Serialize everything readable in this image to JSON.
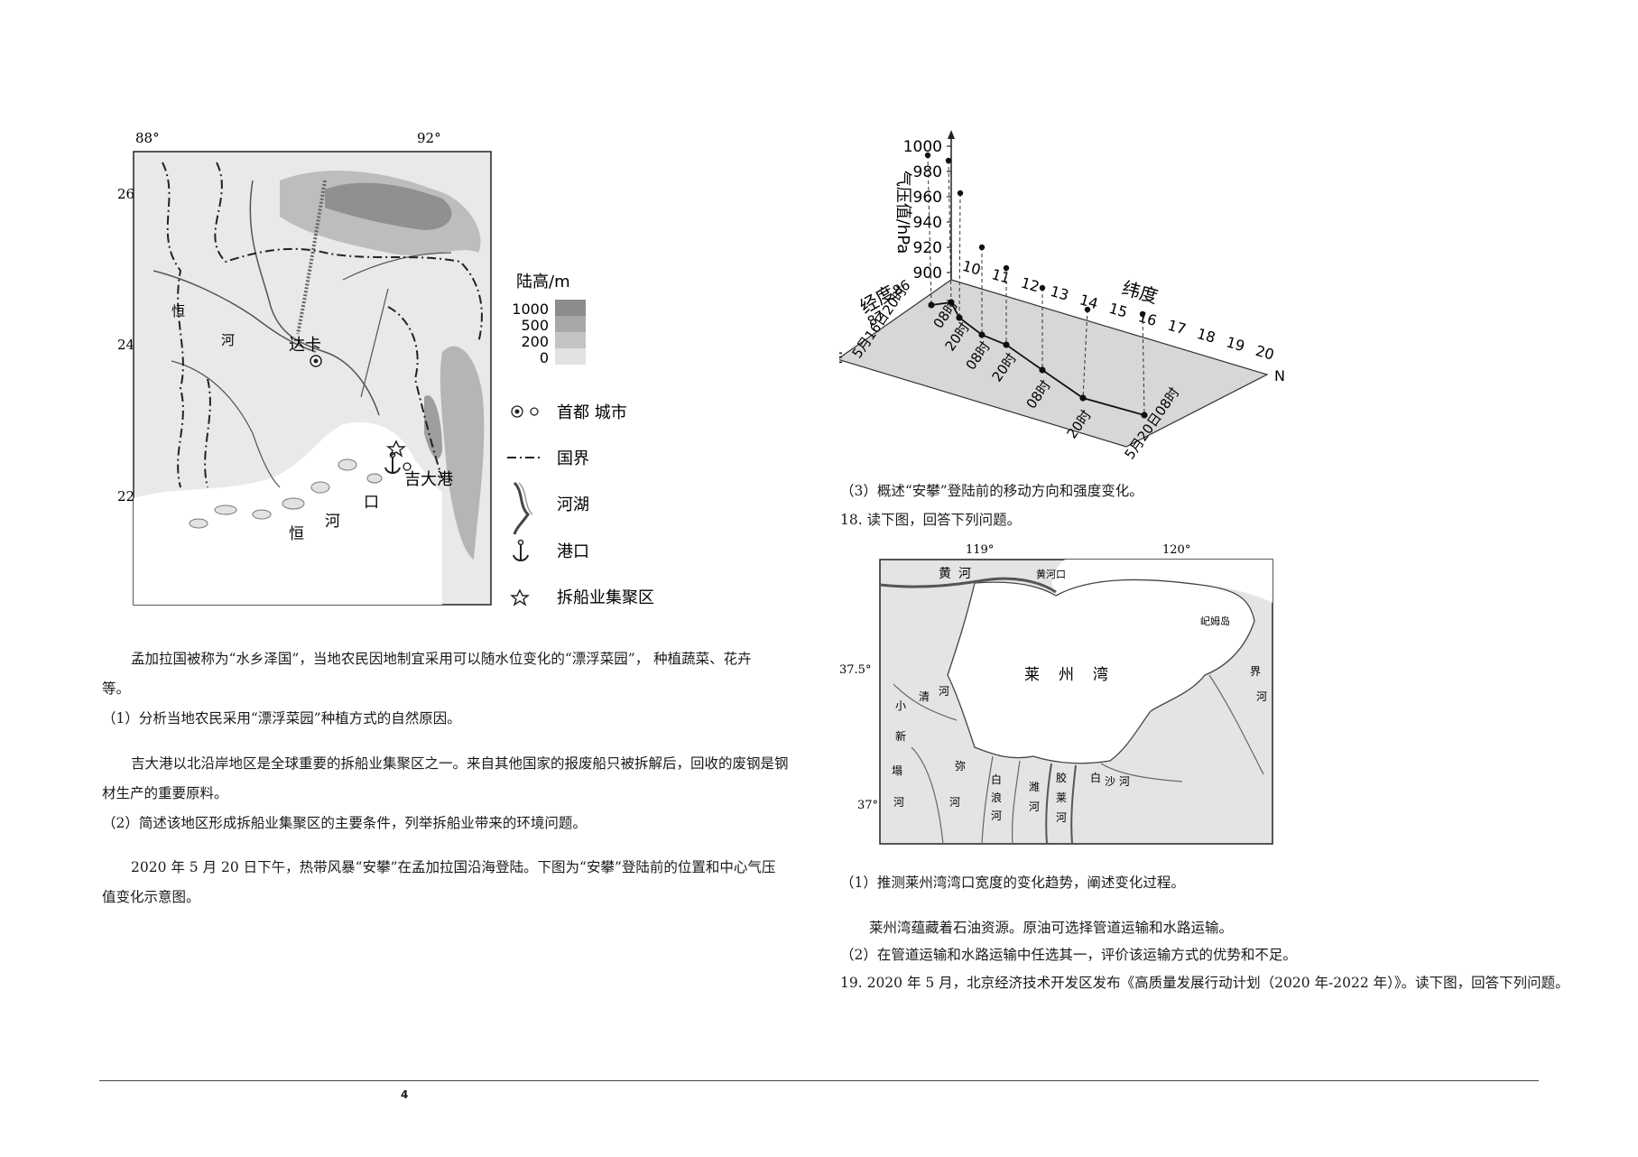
{
  "bangladesh_map": {
    "lon_labels": [
      "88°",
      "92°"
    ],
    "lat_labels": [
      "26°",
      "24°",
      "22°"
    ],
    "place_labels": {
      "dhaka": "达卡",
      "chittagong": "吉大港",
      "ganges_1": "恒",
      "ganges_2": "河",
      "estuary_1": "恒",
      "estuary_2": "河",
      "estuary_3": "口"
    },
    "legend": {
      "elev_title": "陆高/m",
      "elev_values": [
        "1000",
        "500",
        "200",
        "0"
      ],
      "elev_colors": [
        "#8c8c8c",
        "#a8a8a8",
        "#c4c4c4",
        "#e2e2e2"
      ],
      "capital_city": "首都 城市",
      "border": "国界",
      "river_lake": "河湖",
      "port": "港口",
      "shipbreaking": "拆船业集聚区"
    }
  },
  "left_text": {
    "p1_line1": "孟加拉国被称为“水乡泽国”，当地农民因地制宜采用可以随水位变化的“漂浮菜园”， 种植蔬菜、花卉",
    "p1_line2": "等。",
    "q1": "（1）分析当地农民采用“漂浮菜园”种植方式的自然原因。",
    "p2_line1": "吉大港以北沿岸地区是全球重要的拆船业集聚区之一。来自其他国家的报废船只被拆解后，回收的废钢是钢",
    "p2_line2": "材生产的重要原料。",
    "q2": "（2）简述该地区形成拆船业集聚区的主要条件，列举拆船业带来的环境问题。",
    "p3_line1": "2020 年 5 月 20 日下午，热带风暴“安攀”在孟加拉国沿海登陆。下图为“安攀”登陆前的位置和中心气压",
    "p3_line2": "值变化示意图。"
  },
  "chart_data": {
    "type": "line",
    "title": "",
    "ylabel": "气压值/hPa",
    "ylim": [
      900,
      1000
    ],
    "yticks": [
      "1000",
      "980",
      "960",
      "940",
      "920",
      "900"
    ],
    "lat_axis_label": "纬度",
    "lat_ticks": [
      "10",
      "11",
      "12",
      "13",
      "14",
      "15",
      "16",
      "17",
      "18",
      "19",
      "20"
    ],
    "lon_axis_label": "经度",
    "lon_ticks": [
      "86",
      "87"
    ],
    "axis_letters": {
      "east": "E",
      "north": "N"
    },
    "time_labels": [
      "5月16日20时",
      "08时",
      "20时",
      "08时",
      "20时",
      "08时",
      "20时",
      "5月20日08时"
    ]
  },
  "right_text": {
    "q3": "（3）概述“安攀”登陆前的移动方向和强度变化。",
    "q18": "18. 读下图，回答下列问题。",
    "q18_1": "（1）推测莱州湾湾口宽度的变化趋势，阐述变化过程。",
    "p18": "莱州湾蕴藏着石油资源。原油可选择管道运输和水路运输。",
    "q18_2": "（2）在管道运输和水路运输中任选其一，评价该运输方式的优势和不足。",
    "q19": "19. 2020 年 5 月，北京经济技术开发区发布《高质量发展行动计划（2020 年-2022 年）》。读下图，回答下列问题。"
  },
  "laizhou_map": {
    "lon_labels": [
      "119°",
      "120°"
    ],
    "lat_labels": [
      "37.5°",
      "37°"
    ],
    "labels": {
      "huanghe_1": "黄",
      "huanghe_2": "河",
      "huanghekou": "黄河口",
      "zhimudao": "屺姆岛",
      "bay_1": "莱",
      "bay_2": "州",
      "bay_3": "湾",
      "xiaoqinghe_1": "小",
      "xiaoqinghe_2": "清",
      "xiaoqinghe_3": "河",
      "jiehe_1": "界",
      "jiehe_2": "河",
      "xinshe_1": "新",
      "xinshe_2": "塌",
      "xinshe_3": "河",
      "mihe_1": "弥",
      "mihe_2": "河",
      "bailang_1": "白",
      "bailang_2": "浪",
      "bailang_3": "河",
      "weihe_1": "潍",
      "weihe_2": "河",
      "jiaolai_1": "胶",
      "jiaolai_2": "莱",
      "jiaolai_3": "河",
      "baisha_1": "白",
      "baisha_2": "沙",
      "baisha_3": "河"
    }
  },
  "footer": {
    "page_number": "4"
  }
}
